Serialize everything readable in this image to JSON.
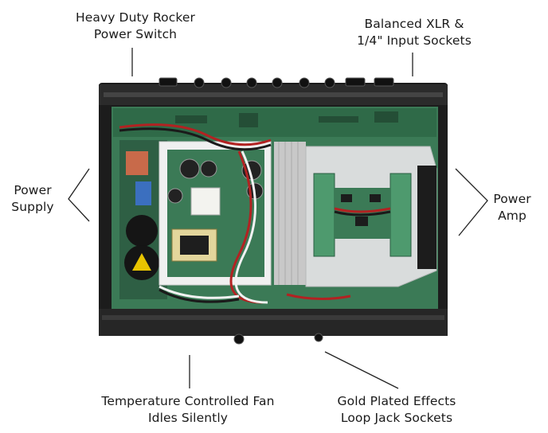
{
  "callouts": {
    "power_switch": {
      "line1": "Heavy Duty Rocker",
      "line2": "Power Switch"
    },
    "input_sockets": {
      "line1": "Balanced XLR &",
      "line2": "1/4\" Input Sockets"
    },
    "power_supply": {
      "line1": "Power",
      "line2": "Supply"
    },
    "power_amp": {
      "line1": "Power",
      "line2": "Amp"
    },
    "fan": {
      "line1": "Temperature Controlled Fan",
      "line2": "Idles Silently"
    },
    "effects_loop": {
      "line1": "Gold Plated Effects",
      "line2": "Loop Jack Sockets"
    }
  },
  "colors": {
    "chassis": "#1c1c1c",
    "pcb_green": "#3b7a56",
    "heatsink": "#d9dcdc",
    "ribbon": "#c8c8c8"
  }
}
